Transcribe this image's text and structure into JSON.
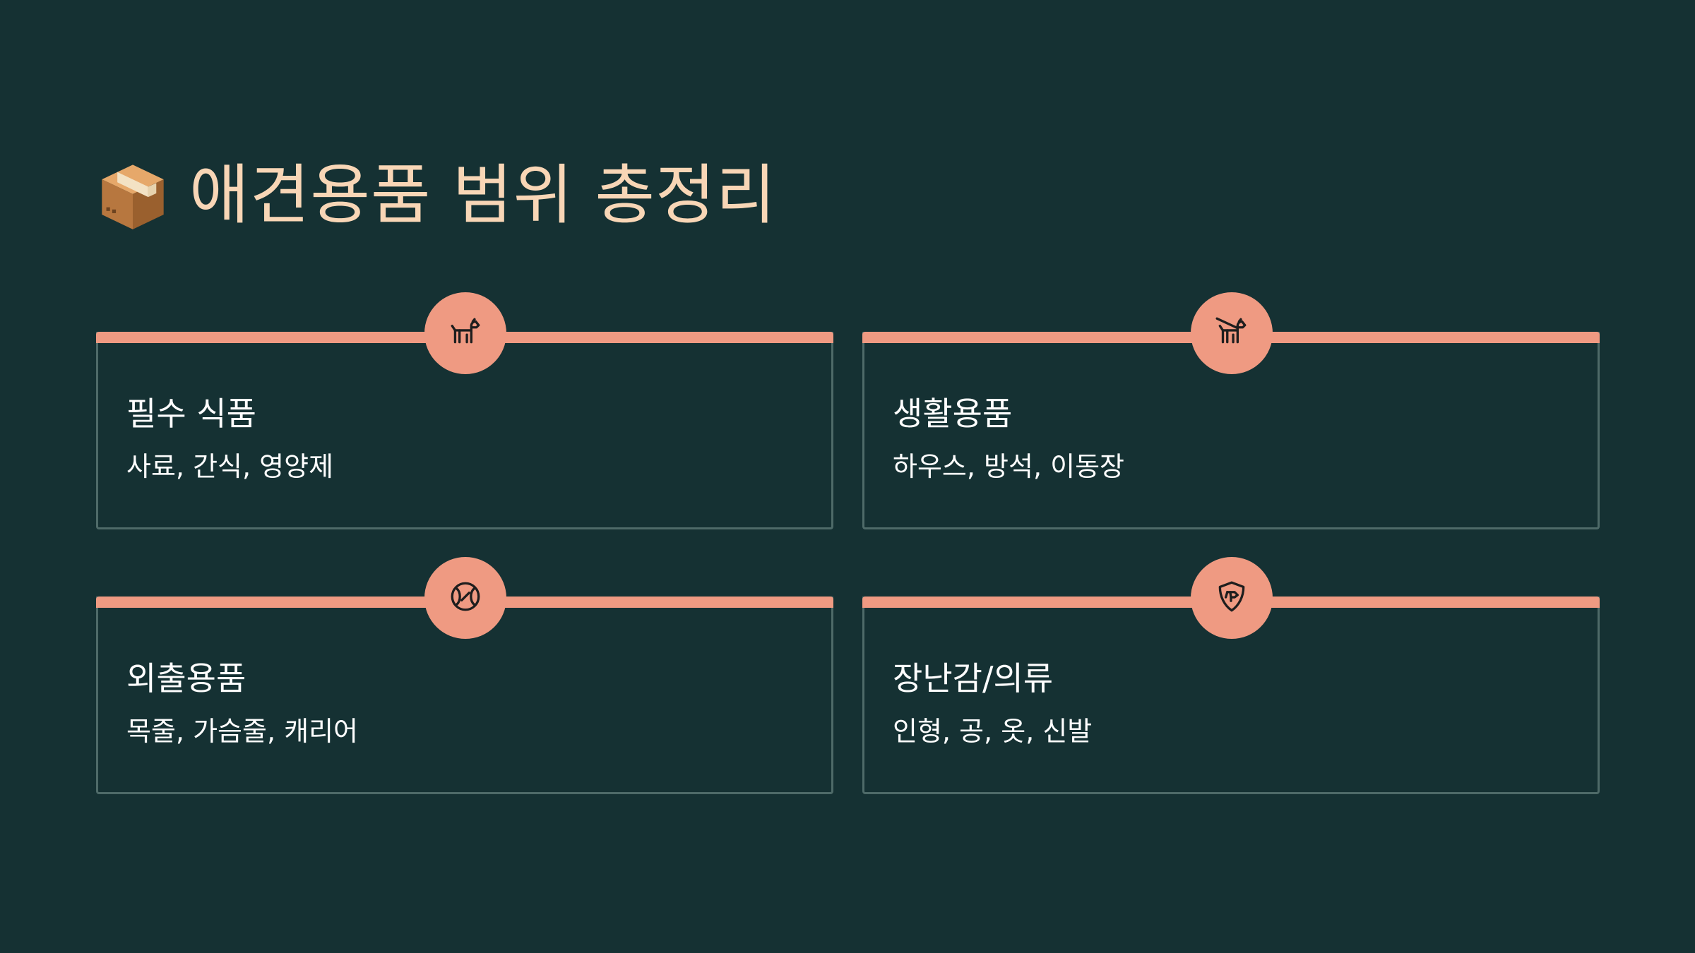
{
  "title": {
    "icon": "package-box-icon",
    "text": "애견용품 범위 총정리"
  },
  "colors": {
    "background": "#153133",
    "accent": "#ef9a82",
    "title": "#f8d6b6",
    "border": "#4e6a68",
    "text": "#ffffff"
  },
  "cards": [
    {
      "icon": "dog-icon",
      "title": "필수 식품",
      "description": "사료, 간식, 영양제"
    },
    {
      "icon": "dog-walking-icon",
      "title": "생활용품",
      "description": "하우스, 방석, 이동장"
    },
    {
      "icon": "ball-icon",
      "title": "외출용품",
      "description": "목줄, 가슴줄, 캐리어"
    },
    {
      "icon": "shield-dog-icon",
      "title": "장난감/의류",
      "description": "인형, 공, 옷, 신발"
    }
  ]
}
